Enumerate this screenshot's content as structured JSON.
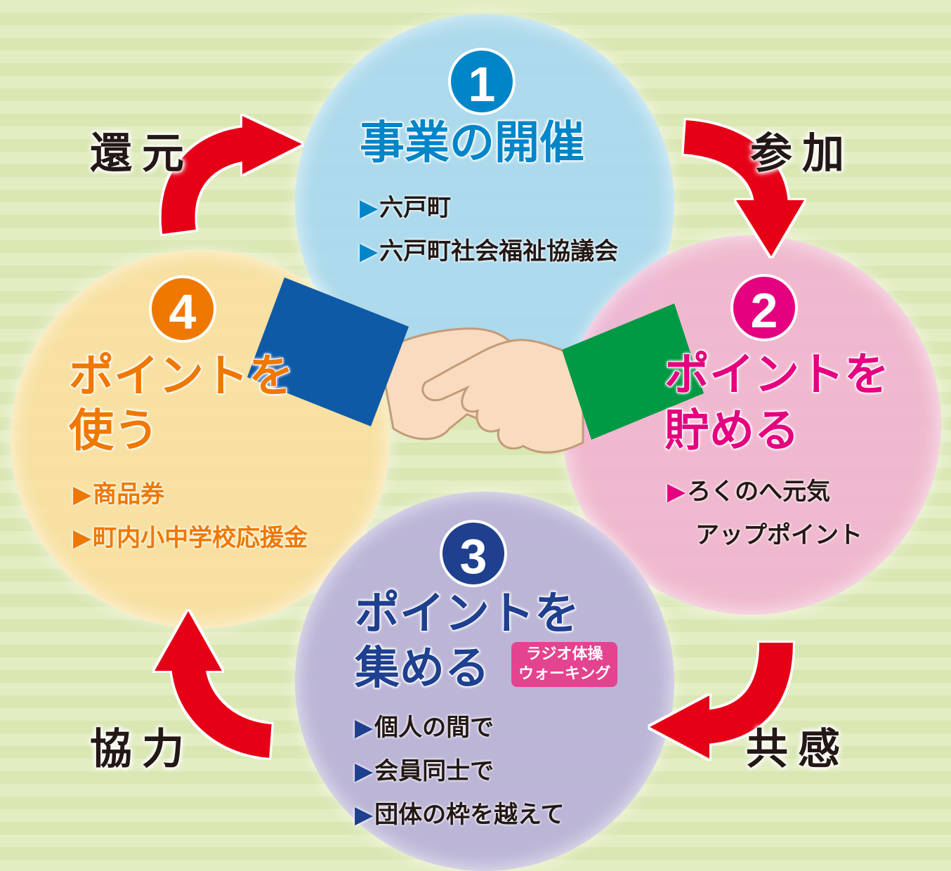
{
  "colors": {
    "step1": "#0085c8",
    "step2": "#e4007f",
    "step3": "#1f3f8f",
    "step4": "#ee7800",
    "arrow": "#e60012",
    "text_dark": "#231815",
    "sleeve_left": "#0e5aa7",
    "sleeve_right": "#009944",
    "skin": "#f9dcc0"
  },
  "steps": [
    {
      "number": "1",
      "title": "事業の開催",
      "items": [
        "六戸町",
        "六戸町社会福祉協議会"
      ]
    },
    {
      "number": "2",
      "title_line1": "ポイントを",
      "title_line2": "貯める",
      "items": [
        "ろくのへ元気",
        "アップポイント"
      ]
    },
    {
      "number": "3",
      "title_line1": "ポイントを",
      "title_line2": "集める",
      "tag": "ラジオ体操\nウォーキング",
      "items": [
        "個人の間で",
        "会員同士で",
        "団体の枠を越えて"
      ]
    },
    {
      "number": "4",
      "title_line1": "ポイントを",
      "title_line2": "使う",
      "items": [
        "商品券",
        "町内小中学校応援金"
      ]
    }
  ],
  "transitions": {
    "top_right": "参加",
    "bottom_right": "共感",
    "bottom_left": "協力",
    "top_left": "還元"
  },
  "bullet": "▶",
  "icons": {
    "handshake": "handshake-illustration",
    "arrows": "curved-arrow-icon"
  }
}
